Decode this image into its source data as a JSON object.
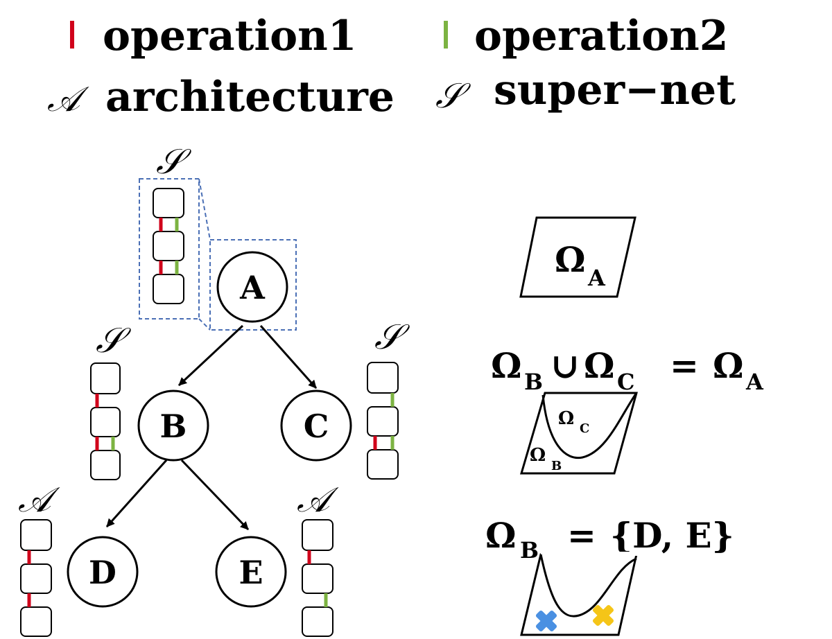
{
  "legend": {
    "op1_label": "operation1",
    "op2_label": "operation2",
    "arch_symbol": "𝒜",
    "arch_label": "architecture",
    "super_symbol": "𝒮",
    "super_label": "super−net"
  },
  "colors": {
    "operation1": "#d0021b",
    "operation2": "#7cb342",
    "dashed_box": "#4a6fb5",
    "cross_blue": "#4a90e2",
    "cross_yellow": "#f5c518"
  },
  "tree": {
    "nodes": {
      "A": "A",
      "B": "B",
      "C": "C",
      "D": "D",
      "E": "E"
    },
    "super_symbol": "𝒮",
    "arch_symbol": "𝒜"
  },
  "equations": {
    "omega": "Ω",
    "sub_A": "A",
    "sub_B": "B",
    "sub_C": "C",
    "union": "∪",
    "equals": "=",
    "set_DE": "{D, E}"
  }
}
